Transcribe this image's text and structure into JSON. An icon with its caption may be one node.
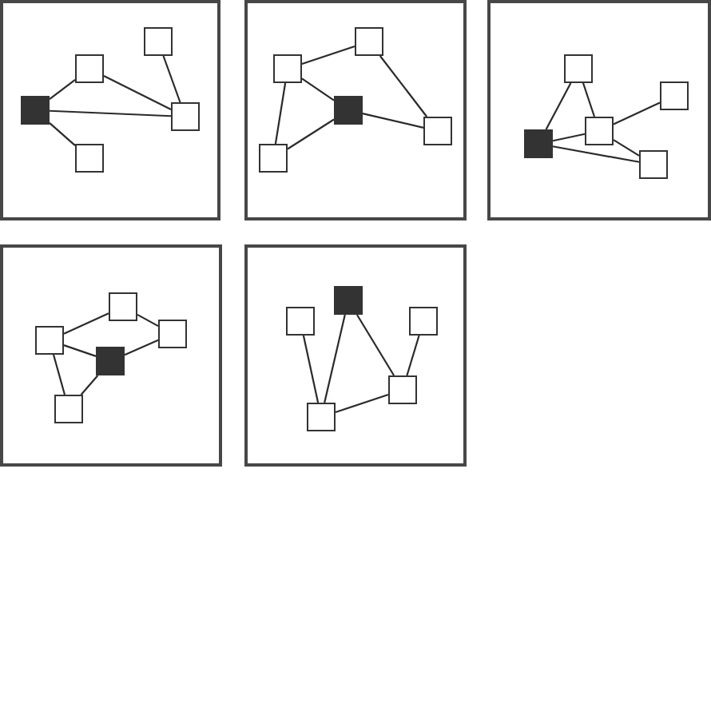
{
  "diagram": {
    "nodes": [
      {
        "text": [],
        "shape": "box"
      },
      {
        "text": [],
        "shape": "box",
        "in": 0
      },
      {
        "text": [],
        "shape": "box",
        "in": 0
      },
      {
        "text": [],
        "shape": "box",
        "in": 0
      },
      {
        "text": [],
        "shape": "box",
        "in": 0
      },
      {
        "text": [],
        "shape": "box",
        "in": 0
      },
      {
        "text": [],
        "shape": "box"
      },
      {
        "text": [],
        "shape": "box",
        "in": 6
      },
      {
        "text": [],
        "shape": "box",
        "in": 6
      },
      {
        "text": [],
        "shape": "box",
        "in": 6
      },
      {
        "text": [],
        "shape": "box",
        "in": 6
      },
      {
        "text": [],
        "shape": "box",
        "in": 6
      },
      {
        "text": [],
        "shape": "box"
      },
      {
        "text": [],
        "shape": "box",
        "in": 12
      },
      {
        "text": [],
        "shape": "box",
        "in": 12
      },
      {
        "text": [],
        "shape": "box",
        "in": 12
      },
      {
        "text": [],
        "shape": "box",
        "in": 12
      },
      {
        "text": [],
        "shape": "box",
        "in": 12
      },
      {
        "text": [],
        "shape": "box"
      },
      {
        "text": [],
        "shape": "box",
        "in": 18
      },
      {
        "text": [],
        "shape": "box",
        "in": 18
      },
      {
        "text": [],
        "shape": "box",
        "in": 18
      },
      {
        "text": [],
        "shape": "box",
        "in": 18
      },
      {
        "text": [],
        "shape": "box",
        "in": 18
      },
      {
        "text": [],
        "shape": "box"
      },
      {
        "text": [],
        "shape": "box",
        "in": 24
      },
      {
        "text": [],
        "shape": "box",
        "in": 24
      },
      {
        "text": [],
        "shape": "box",
        "in": 24
      },
      {
        "text": [],
        "shape": "box",
        "in": 24
      },
      {
        "text": [],
        "shape": "box",
        "in": 24
      }
    ],
    "edges": [
      {
        "from": 3,
        "to": 2,
        "arrow": "none"
      },
      {
        "from": 3,
        "to": 5,
        "arrow": "none"
      },
      {
        "from": 3,
        "to": 4,
        "arrow": "none"
      },
      {
        "from": 2,
        "to": 4,
        "arrow": "none"
      },
      {
        "from": 1,
        "to": 4,
        "arrow": "none"
      },
      {
        "from": 8,
        "to": 7,
        "arrow": "none"
      },
      {
        "from": 8,
        "to": 9,
        "arrow": "none"
      },
      {
        "from": 8,
        "to": 11,
        "arrow": "none"
      },
      {
        "from": 9,
        "to": 11,
        "arrow": "none"
      },
      {
        "from": 9,
        "to": 10,
        "arrow": "none"
      },
      {
        "from": 7,
        "to": 10,
        "arrow": "none"
      },
      {
        "from": 13,
        "to": 16,
        "arrow": "none"
      },
      {
        "from": 13,
        "to": 15,
        "arrow": "none"
      },
      {
        "from": 16,
        "to": 15,
        "arrow": "none"
      },
      {
        "from": 16,
        "to": 17,
        "arrow": "none"
      },
      {
        "from": 15,
        "to": 14,
        "arrow": "none"
      },
      {
        "from": 15,
        "to": 17,
        "arrow": "none"
      },
      {
        "from": 21,
        "to": 19,
        "arrow": "none"
      },
      {
        "from": 21,
        "to": 22,
        "arrow": "none"
      },
      {
        "from": 21,
        "to": 23,
        "arrow": "none"
      },
      {
        "from": 19,
        "to": 20,
        "arrow": "none"
      },
      {
        "from": 22,
        "to": 20,
        "arrow": "none"
      },
      {
        "from": 22,
        "to": 23,
        "arrow": "none"
      },
      {
        "from": 26,
        "to": 29,
        "arrow": "none"
      },
      {
        "from": 25,
        "to": 29,
        "arrow": "none"
      },
      {
        "from": 25,
        "to": 28,
        "arrow": "none"
      },
      {
        "from": 27,
        "to": 28,
        "arrow": "none"
      },
      {
        "from": 28,
        "to": 29,
        "arrow": "none"
      }
    ]
  }
}
